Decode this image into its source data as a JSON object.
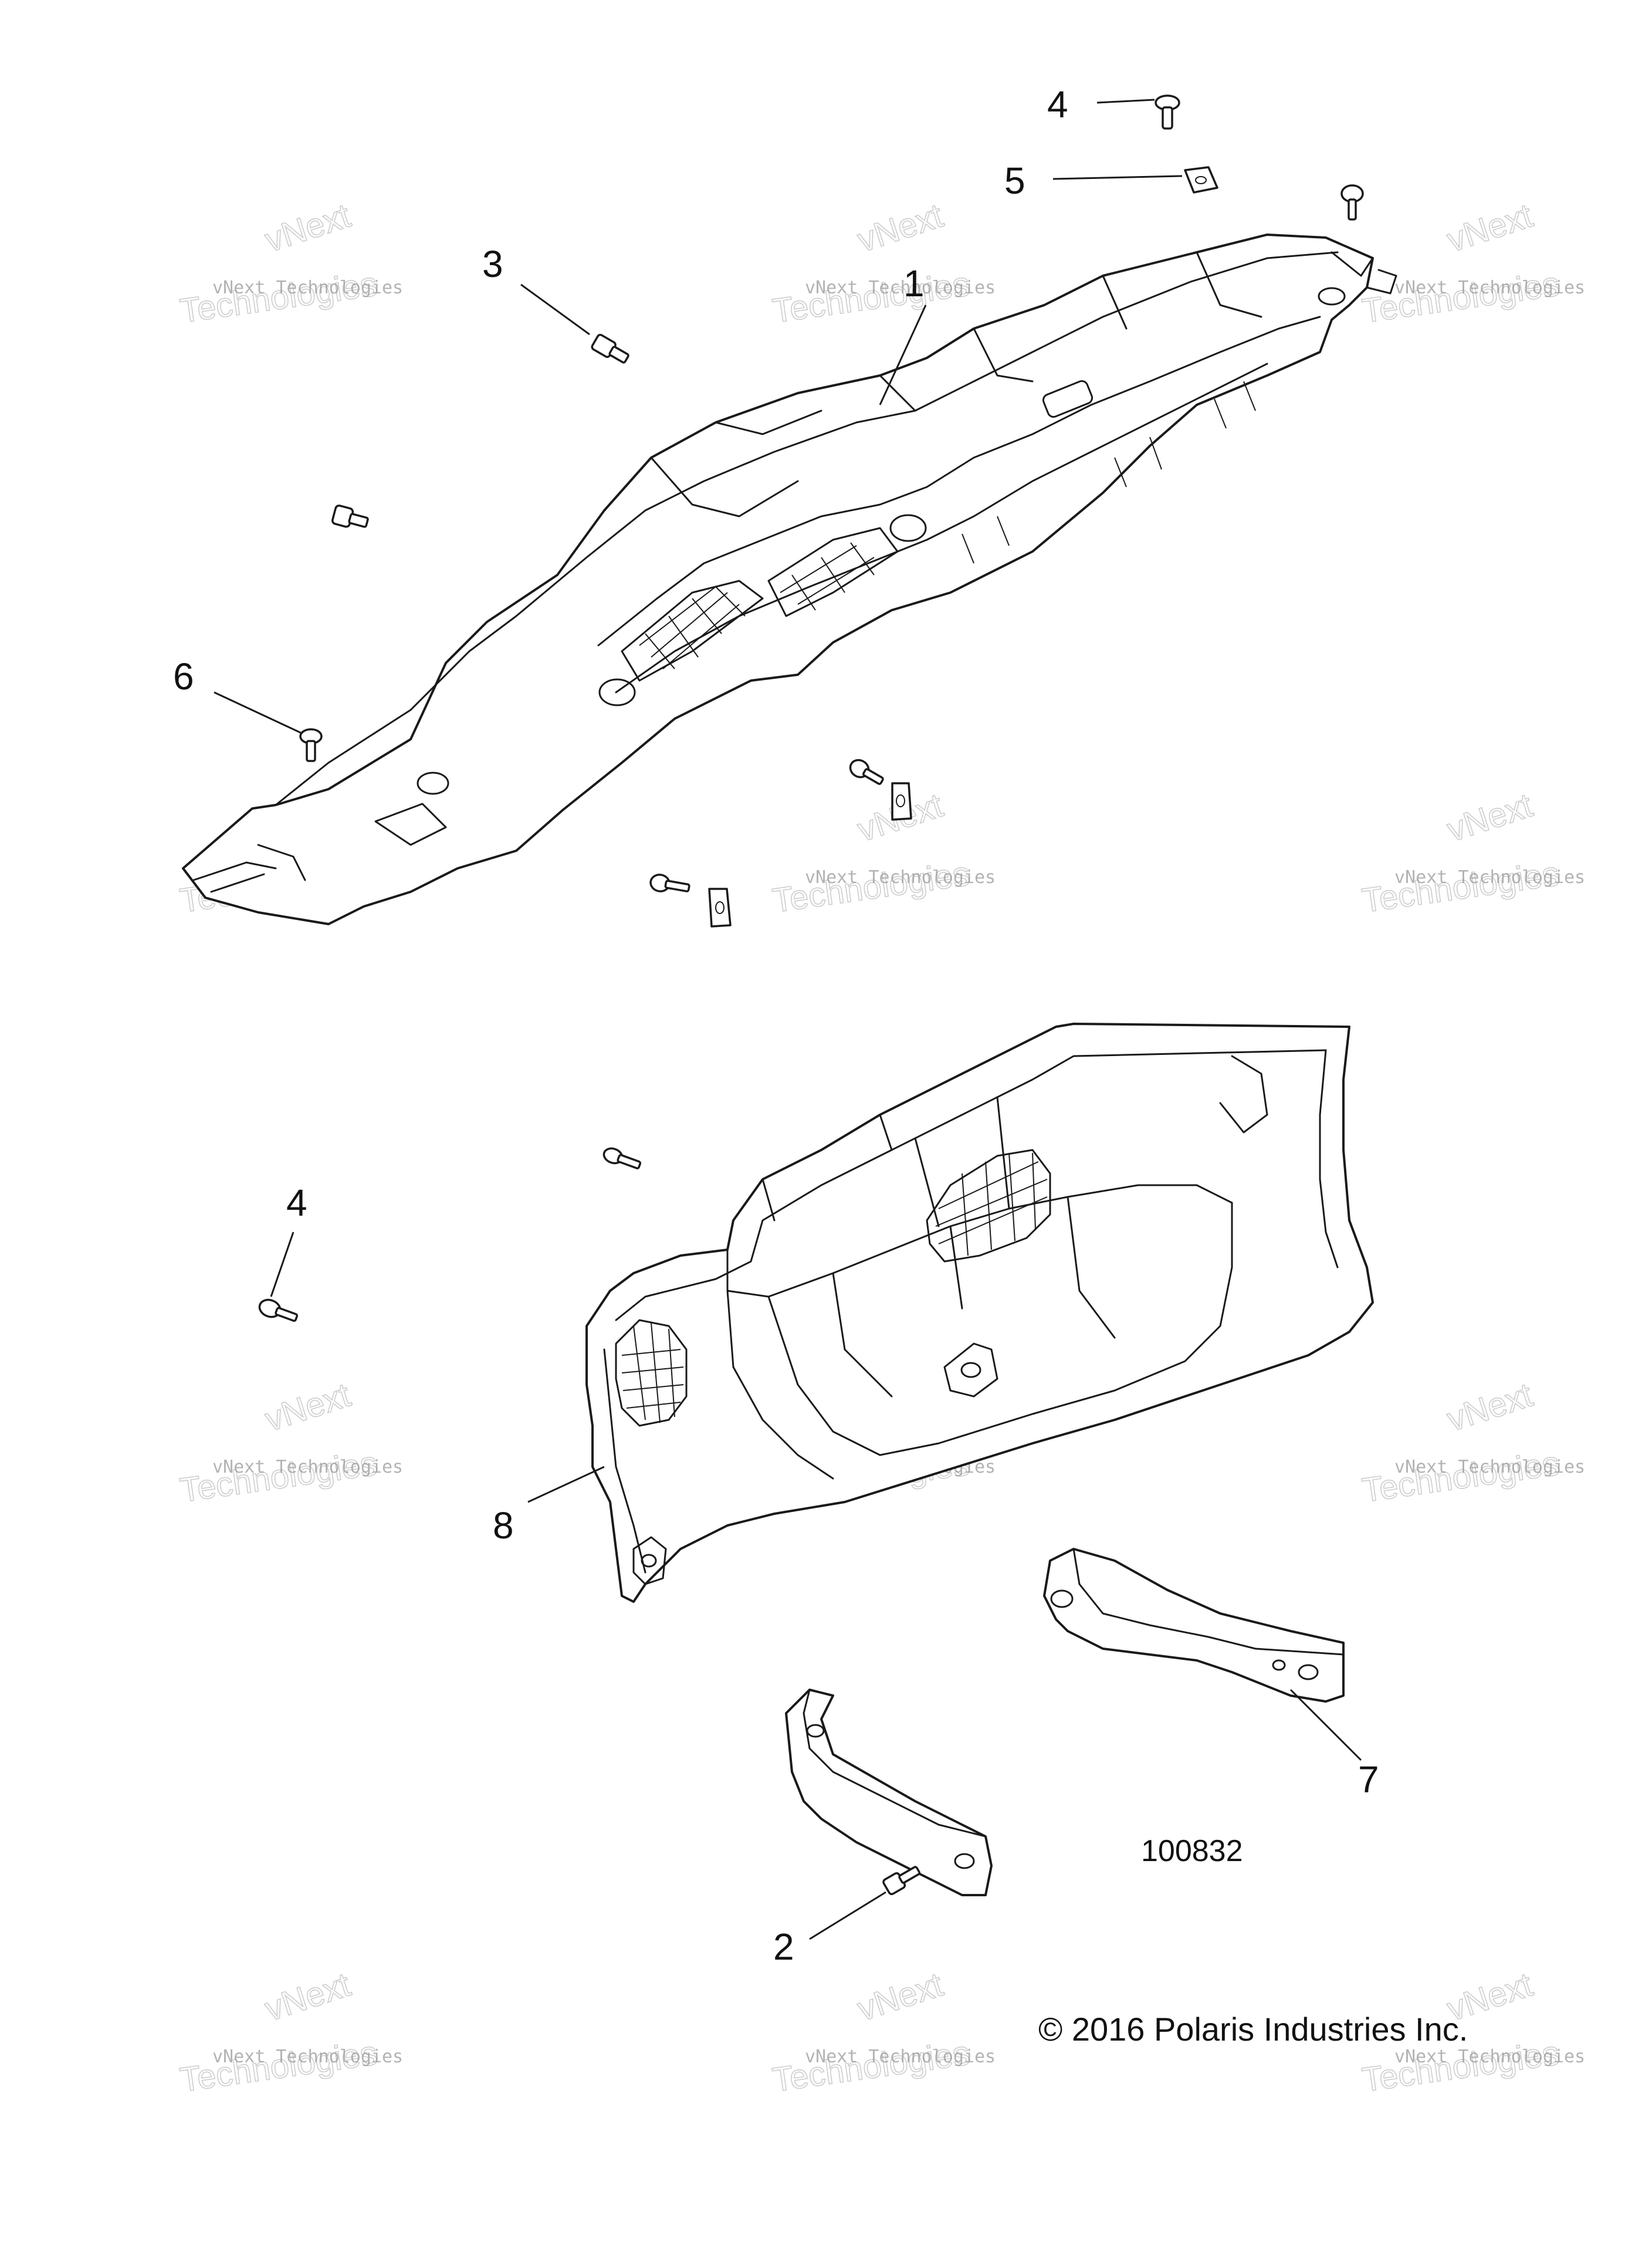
{
  "callouts": [
    {
      "id": "c4a",
      "label": "4"
    },
    {
      "id": "c5",
      "label": "5"
    },
    {
      "id": "c3",
      "label": "3"
    },
    {
      "id": "c1",
      "label": "1"
    },
    {
      "id": "c6",
      "label": "6"
    },
    {
      "id": "c4b",
      "label": "4"
    },
    {
      "id": "c8",
      "label": "8"
    },
    {
      "id": "c7",
      "label": "7"
    },
    {
      "id": "c2",
      "label": "2"
    }
  ],
  "figure_number": "100832",
  "copyright": "© 2016 Polaris Industries Inc.",
  "watermark": {
    "small": "vNext Technologies",
    "large_line1": "vNext",
    "large_line2": "Technologies"
  }
}
